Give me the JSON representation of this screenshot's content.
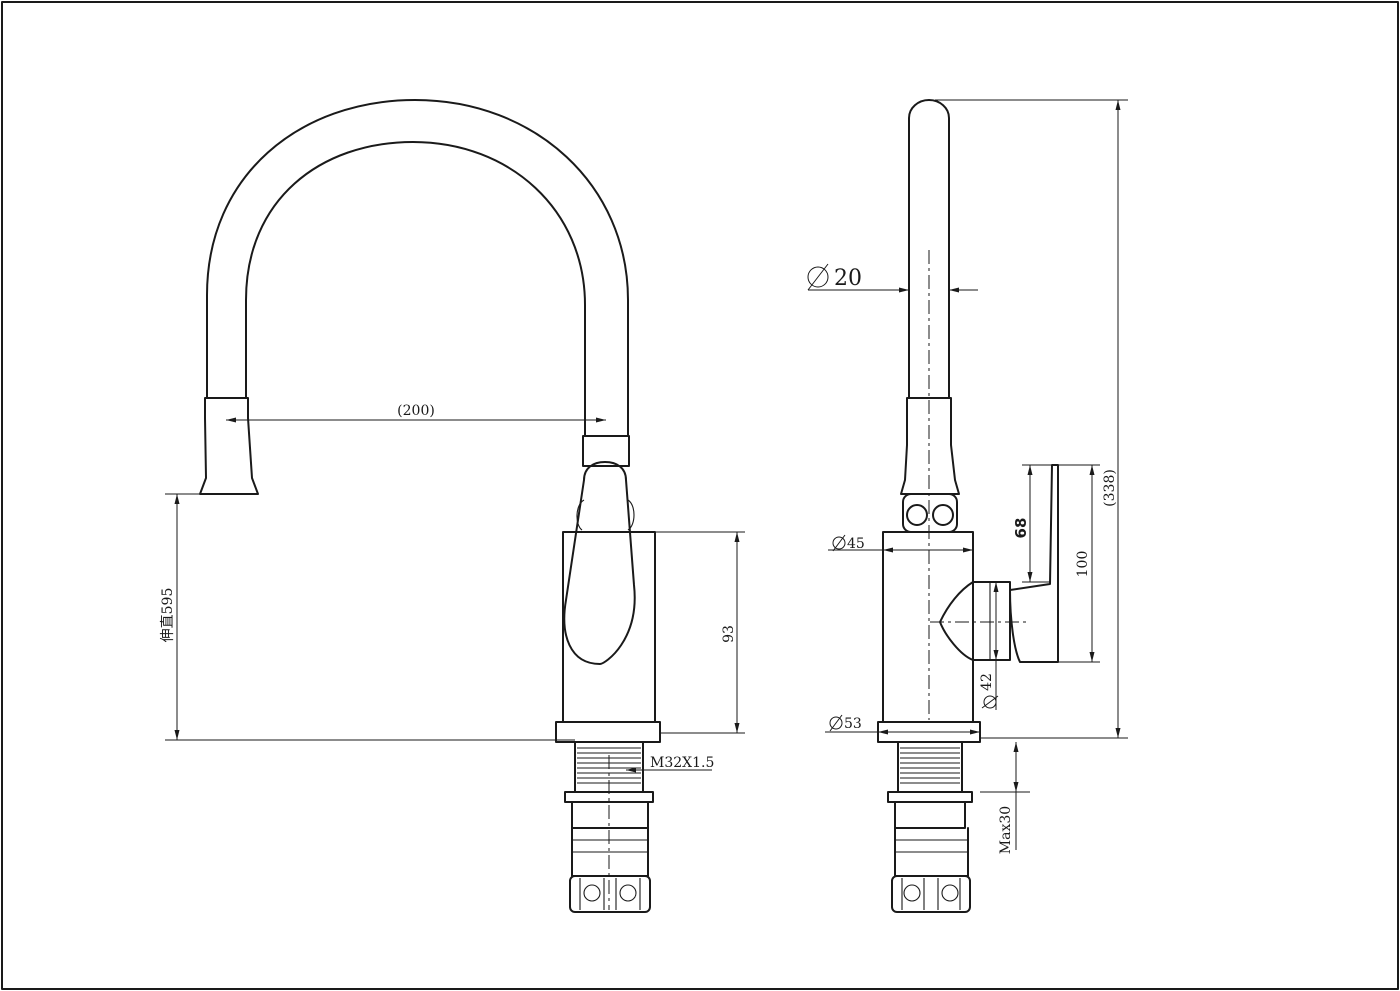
{
  "drawing": {
    "front_view": {
      "dimensions": {
        "reach": "(200)",
        "stretch_height": "伸直595",
        "body_height": "93",
        "thread": "M32X1.5"
      }
    },
    "side_view": {
      "dimensions": {
        "spout_diameter": "20",
        "total_height": "(338)",
        "handle_height": "68",
        "handle_span": "100",
        "body_diameter": "45",
        "handle_base_diameter": "42",
        "base_diameter": "53",
        "max_thickness": "Max30"
      }
    }
  }
}
